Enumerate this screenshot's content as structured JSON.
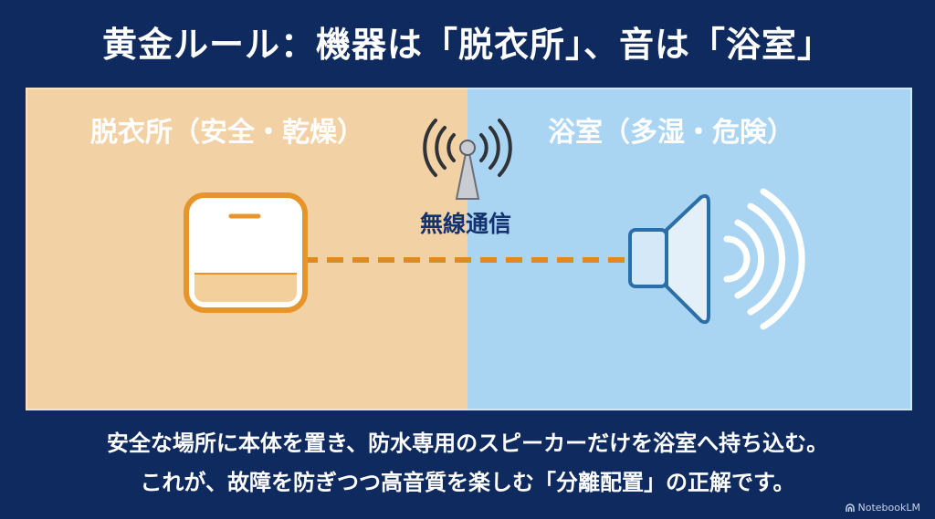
{
  "title": "黄金ルール：機器は「脱衣所」、音は「浴室」",
  "left_zone": {
    "label": "脱衣所（安全・乾燥）",
    "color": "#f2d1a5"
  },
  "right_zone": {
    "label": "浴室（多湿・危険）",
    "color": "#a9d4f2"
  },
  "connection": {
    "label": "無線通信",
    "line_color": "#e08a1e"
  },
  "icons": {
    "device": "device-unit-icon",
    "antenna": "antenna-icon",
    "speaker": "speaker-icon"
  },
  "caption": {
    "line1": "安全な場所に本体を置き、防水専用のスピーカーだけを浴室へ持ち込む。",
    "line2": "これが、故障を防ぎつつ高音質を楽しむ「分離配置」の正解です。"
  },
  "brand": "NotebookLM"
}
